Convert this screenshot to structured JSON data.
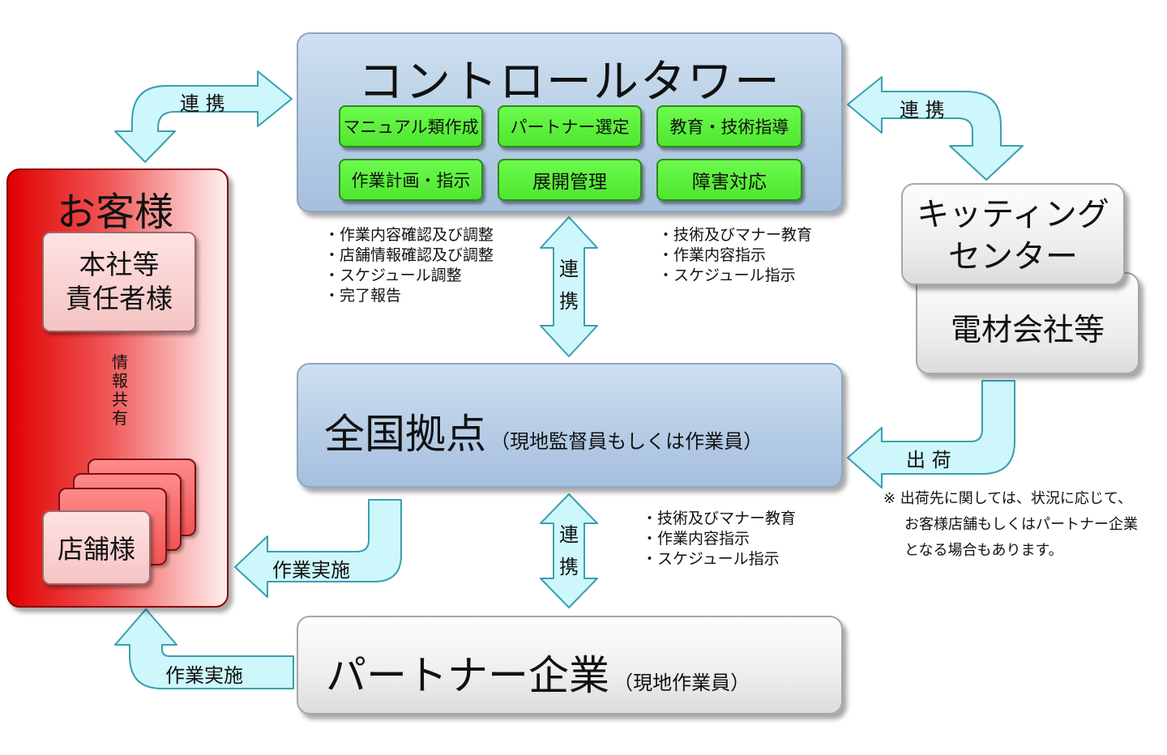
{
  "control_tower": {
    "title": "コントロールタワー",
    "tasks": [
      "マニュアル類作成",
      "パートナー選定",
      "教育・技術指導",
      "作業計画・指示",
      "展開管理",
      "障害対応"
    ]
  },
  "customer": {
    "title": "お客様",
    "hq": [
      "本社等",
      "責任者様"
    ],
    "share_label": [
      "情",
      "報",
      "共",
      "有"
    ],
    "store": "店舗様"
  },
  "kitting": {
    "title": [
      "キッティング",
      "センター"
    ],
    "electric": "電材会社等"
  },
  "national": {
    "title": "全国拠点",
    "sub": "（現地監督員もしくは作業員）"
  },
  "partner": {
    "title": "パートナー企業",
    "sub": "（現地作業員）"
  },
  "arrows": {
    "renkei_left": "連 携",
    "renkei_right": "連 携",
    "renkei_v1": [
      "連",
      "携"
    ],
    "renkei_v2": [
      "連",
      "携"
    ],
    "shukka": "出 荷",
    "sagyo_jisshi_1": "作業実施",
    "sagyo_jisshi_2": "作業実施"
  },
  "notes": {
    "tower_left": [
      "・作業内容確認及び調整",
      "・店舗情報確認及び調整",
      "・スケジュール調整",
      "・完了報告"
    ],
    "tower_right": [
      "・技術及びマナー教育",
      "・作業内容指示",
      "・スケジュール指示"
    ],
    "partner": [
      "・技術及びマナー教育",
      "・作業内容指示",
      "・スケジュール指示"
    ],
    "shipping": [
      "※ 出荷先に関しては、状況に応じて、",
      "お客様店舗もしくはパートナー企業",
      "となる場合もあります。"
    ]
  }
}
